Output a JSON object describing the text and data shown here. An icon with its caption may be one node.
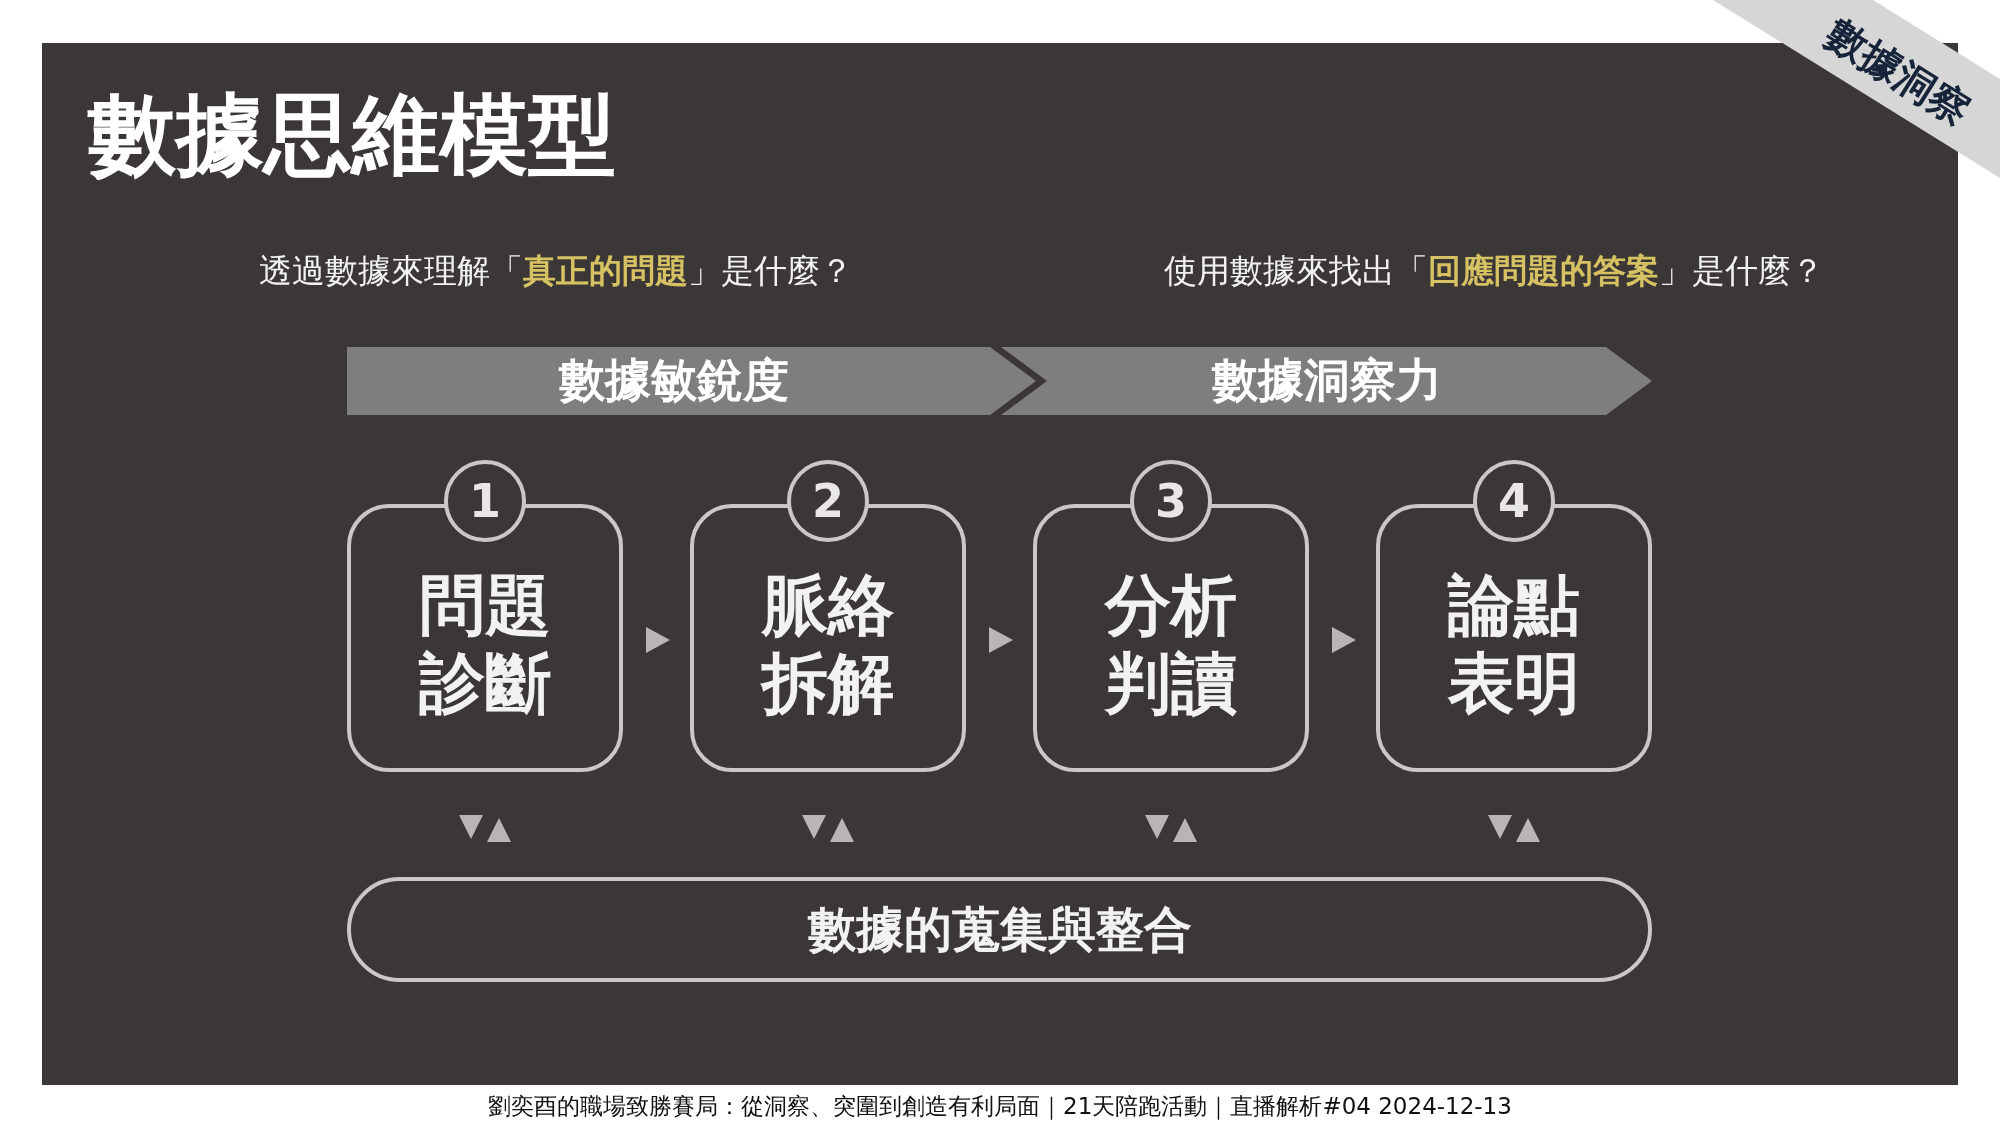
{
  "diagram": {
    "title": "數據思維模型",
    "nodes": [
      {
        "text": [
          "數據敏銳度"
        ]
      },
      {
        "text": [
          "數據洞察力"
        ]
      },
      {
        "text": [
          "1"
        ]
      },
      {
        "text": [
          "問題診斷"
        ]
      },
      {
        "text": [
          "2"
        ]
      },
      {
        "text": [
          "脈絡拆解"
        ]
      },
      {
        "text": [
          "3"
        ]
      },
      {
        "text": [
          "分析判讀"
        ]
      },
      {
        "text": [
          "4"
        ]
      },
      {
        "text": [
          "論點表明"
        ]
      },
      {
        "text": [
          "數據的蒐集與整合"
        ]
      }
    ],
    "edges": [
      {
        "from": 3,
        "to": 5,
        "arrow": "to"
      },
      {
        "from": 5,
        "to": 7,
        "arrow": "to"
      },
      {
        "from": 7,
        "to": 9,
        "arrow": "to"
      },
      {
        "from": 3,
        "to": 10,
        "arrow": "both"
      },
      {
        "from": 5,
        "to": 10,
        "arrow": "both"
      },
      {
        "from": 7,
        "to": 10,
        "arrow": "both"
      },
      {
        "from": 9,
        "to": 10,
        "arrow": "both"
      }
    ],
    "labels": [
      "透過數據來理解「**真正的問題**」是什麼？",
      "使用數據來找出「**回應問題的答案**」是什麼？",
      "數據洞察",
      "劉奕酉的職場致勝賽局：從洞察、突圍到創造有利局面｜21天陪跑活動｜直播解析#04 2024-12-13"
    ]
  }
}
